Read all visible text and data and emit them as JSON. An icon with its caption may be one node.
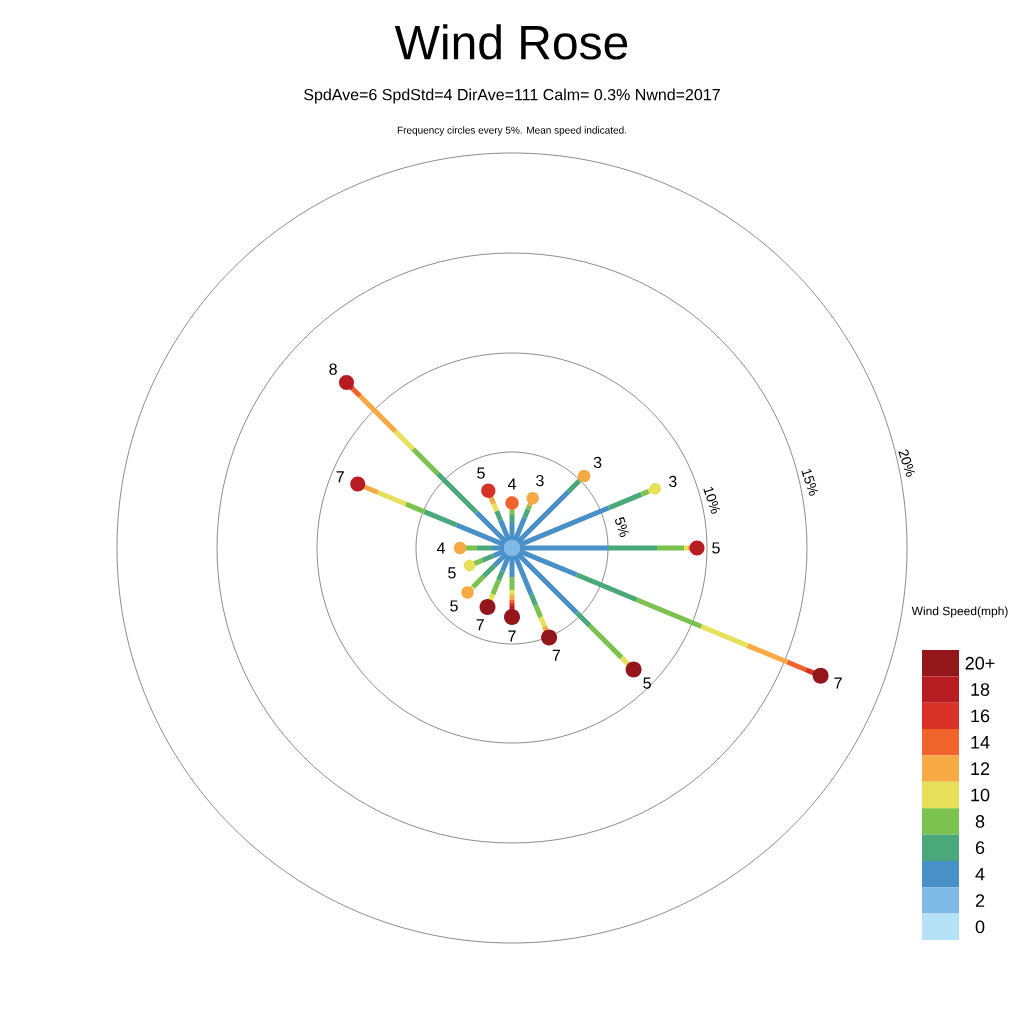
{
  "diagram": {
    "title": "Wind Rose",
    "labels": [
      "SpdAve=6  SpdStd=4  DirAve=111   Calm= 0.3%  Nwnd=2017",
      "Frequency circles every 5%. Mean speed indicated.",
      "5%",
      "10%",
      "15%",
      "20%",
      "4",
      "3",
      "3",
      "3",
      "5",
      "7",
      "5",
      "7",
      "7",
      "7",
      "5",
      "5",
      "4",
      "7",
      "8",
      "5",
      "Wind Speed(mph)"
    ],
    "legend": [
      {
        "text": "20+",
        "color": "#92161a"
      },
      {
        "text": "18",
        "color": "#b81c23"
      },
      {
        "text": "16",
        "color": "#d93127"
      },
      {
        "text": "14",
        "color": "#f0632c"
      },
      {
        "text": "12",
        "color": "#f7a944"
      },
      {
        "text": "10",
        "color": "#e6e05a"
      },
      {
        "text": "8",
        "color": "#7cc24e"
      },
      {
        "text": "6",
        "color": "#4aa87a"
      },
      {
        "text": "4",
        "color": "#4a90c8"
      },
      {
        "text": "2",
        "color": "#7fb9e6"
      },
      {
        "text": "0",
        "color": "#b5e2f7"
      }
    ]
  }
}
